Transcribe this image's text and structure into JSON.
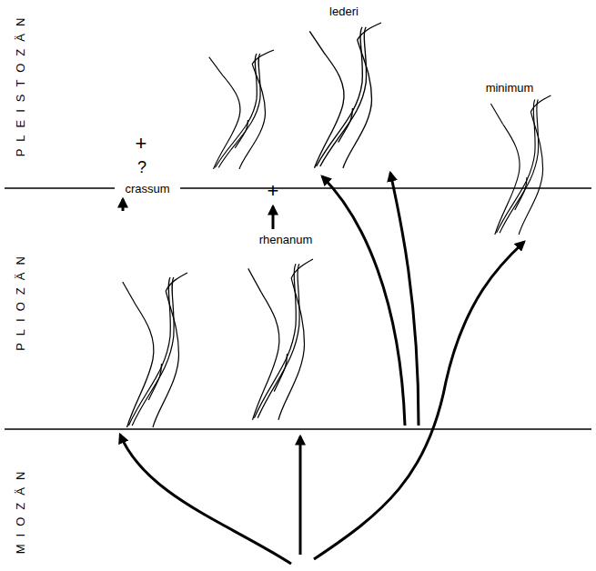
{
  "diagram": {
    "labels": [
      "PLEISTOZÄN",
      "lederi",
      "minimum",
      "+",
      "?",
      "crassum",
      "+",
      "rhenanum",
      "PLIOZÄN",
      "MIOZÄN"
    ]
  }
}
